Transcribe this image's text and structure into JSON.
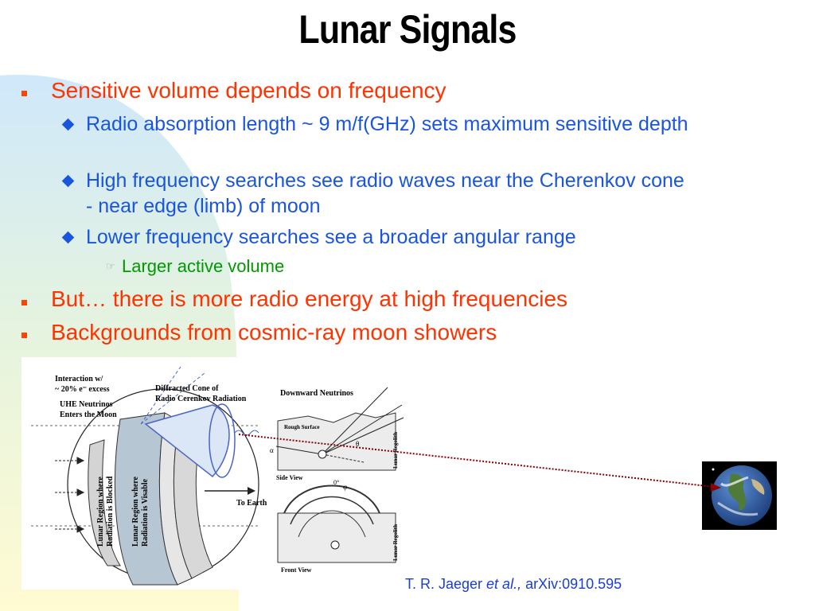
{
  "slide": {
    "title": "Lunar Signals",
    "bullets": [
      {
        "text": "Sensitive volume depends on frequency"
      },
      {
        "text": "Radio absorption length ~ 9 m/f(GHz) sets maximum sensitive depth"
      },
      {
        "text": "High frequency searches see radio waves near the Cherenkov cone - near edge (limb) of moon"
      },
      {
        "text": "Lower frequency searches see a broader angular range"
      },
      {
        "text": "Larger active volume"
      },
      {
        "text": "But… there is more radio energy at high frequencies"
      },
      {
        "text": "Backgrounds from cosmic-ray moon showers"
      }
    ],
    "citation": {
      "author": "T. R. Jaeger ",
      "etal": "et al.,",
      "ref": " arXiv:0910.595"
    }
  },
  "figure": {
    "labels": {
      "interaction": "Interaction w/",
      "excess": "~ 20% e⁻ excess",
      "uhe1": "UHE Neutrinos",
      "uhe2": "Enters the Moon",
      "cone1": "Diffracted Cone of",
      "cone2": "Radio Cerenkov Radiation",
      "blocked1": "Lunar Region where",
      "blocked2": "Radiation is Blocked",
      "visible1": "Lunar Region where",
      "visible2": "Radiation is Visable",
      "to_earth": "To Earth",
      "downward": "Downward Neutrinos",
      "rough": "Rough Surface",
      "regolith": "Lunar Regolith",
      "side_view": "Side View",
      "front_view": "Front View",
      "alpha": "α",
      "theta": "θ",
      "phi": "φ",
      "zero": "0°"
    }
  },
  "colors": {
    "title": "#000000",
    "level1": "#ff3300",
    "level2": "#1a55e0",
    "level3": "#009900",
    "citation": "#1a3fd0",
    "signal_line": "#8b0000"
  }
}
